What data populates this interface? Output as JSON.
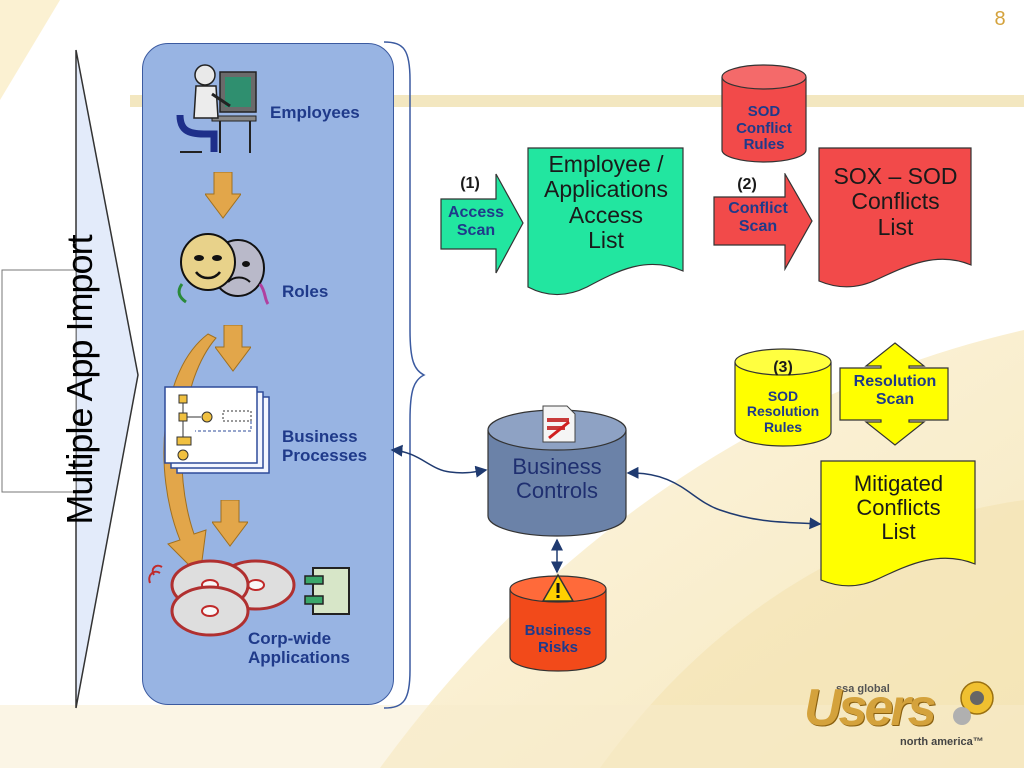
{
  "slide_number": "8",
  "title": "Multiple App Import",
  "sidebar": {
    "employees": "Employees",
    "roles": "Roles",
    "business_processes": [
      "Business",
      "Processes"
    ],
    "corp_apps": [
      "Corp-wide",
      "Applications"
    ]
  },
  "step1": {
    "num": "(1)",
    "label": [
      "Access",
      "Scan"
    ]
  },
  "access_list": [
    "Employee /",
    "Applications",
    "Access",
    "List"
  ],
  "sod_rules": [
    "SOD",
    "Conflict",
    "Rules"
  ],
  "step2": {
    "num": "(2)",
    "label": [
      "Conflict",
      "Scan"
    ]
  },
  "sox_list": [
    "SOX – SOD",
    "Conflicts",
    "List"
  ],
  "step3": {
    "num": "(3)",
    "label": [
      "SOD",
      "Resolution",
      "Rules"
    ]
  },
  "resolution_scan": [
    "Resolution",
    "Scan"
  ],
  "mitigated_list": [
    "Mitigated",
    "Conflicts",
    "List"
  ],
  "business_controls": [
    "Business",
    "Controls"
  ],
  "business_risks": [
    "Business",
    "Risks"
  ],
  "logo": {
    "brand": "Users",
    "top": "ssa global",
    "bottom": "north america™"
  },
  "colors": {
    "panel": "#98b4e3",
    "green": "#22e6a0",
    "red": "#f24a4a",
    "yellow": "#ffff00",
    "controls": "#6b82a8",
    "navy": "#1f3a8a"
  }
}
